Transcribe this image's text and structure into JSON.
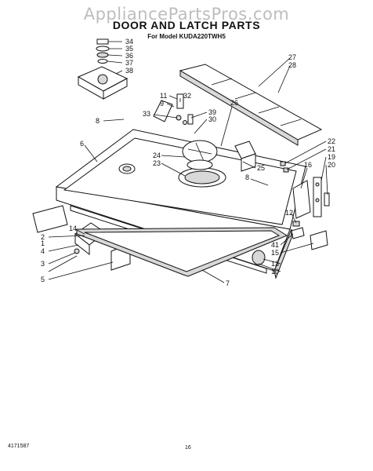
{
  "watermark": "AppliancePartsPros.com",
  "title": "DOOR AND LATCH PARTS",
  "subtitle": "For Model KUDA220TWH5",
  "footer": {
    "doc_number": "4171587",
    "page": "16"
  },
  "callouts": [
    "34",
    "35",
    "36",
    "37",
    "38",
    "27",
    "28",
    "11",
    "32",
    "9",
    "33",
    "39",
    "30",
    "26",
    "8",
    "6",
    "24",
    "23",
    "25",
    "22",
    "21",
    "19",
    "20",
    "16",
    "8",
    "12",
    "41",
    "15",
    "13",
    "10",
    "14",
    "2",
    "4",
    "3",
    "5",
    "1",
    "7"
  ]
}
